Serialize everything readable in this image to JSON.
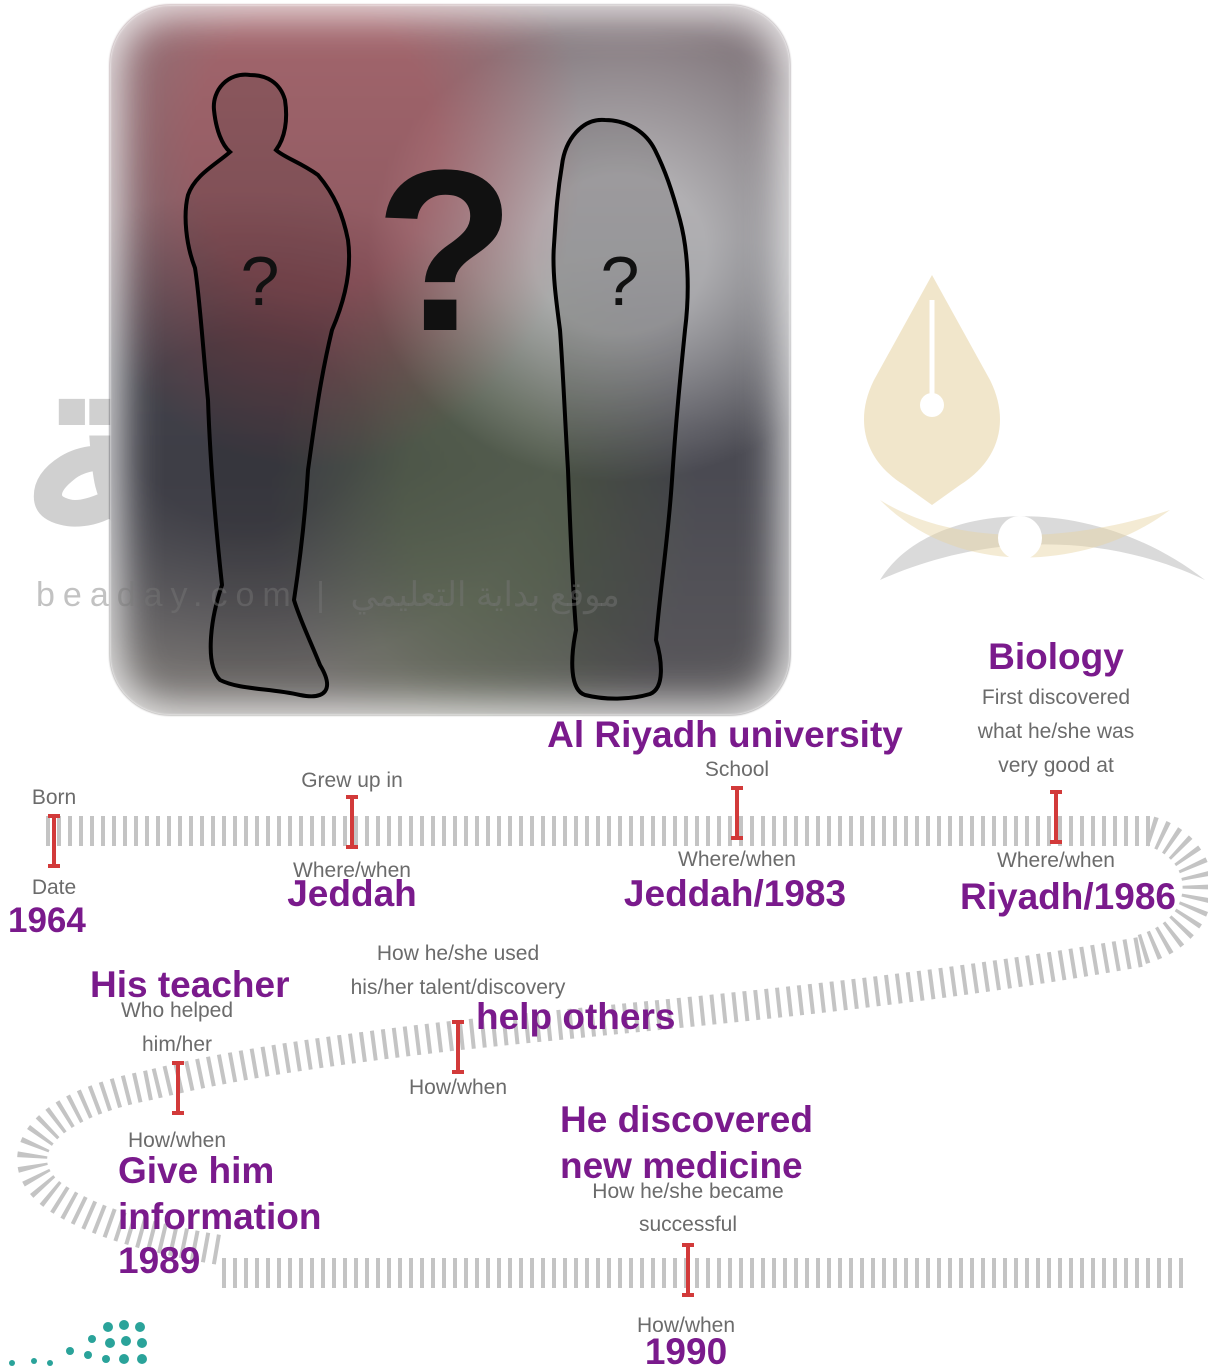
{
  "watermark": {
    "logo_text": "بداية",
    "url_text": "beaday.com | موقع بداية التعليمي"
  },
  "photo": {
    "center_mark": "?",
    "person_left_mark": "?",
    "person_right_mark": "?"
  },
  "timeline": {
    "born": {
      "label": "Born",
      "sublabel": "Date",
      "value": "1964"
    },
    "grew_up": {
      "label": "Grew up in",
      "sublabel": "Where/when",
      "value": "Jeddah"
    },
    "school": {
      "value_top": "Al Riyadh university",
      "label": "School",
      "sublabel": "Where/when",
      "value": "Jeddah/1983"
    },
    "talent": {
      "value_top": "Biology",
      "label_line1": "First discovered",
      "label_line2": "what he/she was",
      "label_line3": "very good at",
      "sublabel": "Where/when",
      "value": "Riyadh/1986"
    },
    "helper": {
      "value_top": "His teacher",
      "label_line1": "Who helped",
      "label_line2": "him/her",
      "sublabel": "How/when",
      "value_line1": "Give him",
      "value_line2": "information",
      "value_line3": "1989"
    },
    "used_talent": {
      "label_line1": "How he/she used",
      "label_line2": "his/her talent/discovery",
      "value": "help others",
      "sublabel": "How/when"
    },
    "success": {
      "value_line1": "He discovered",
      "value_line2": "new medicine",
      "label_line1": "How he/she became",
      "label_line2": "successful",
      "sublabel": "How/when",
      "value": "1990"
    }
  },
  "colors": {
    "accent": "#7a1a8c",
    "marker": "#d23a3a",
    "track": "#bdbdbd"
  }
}
